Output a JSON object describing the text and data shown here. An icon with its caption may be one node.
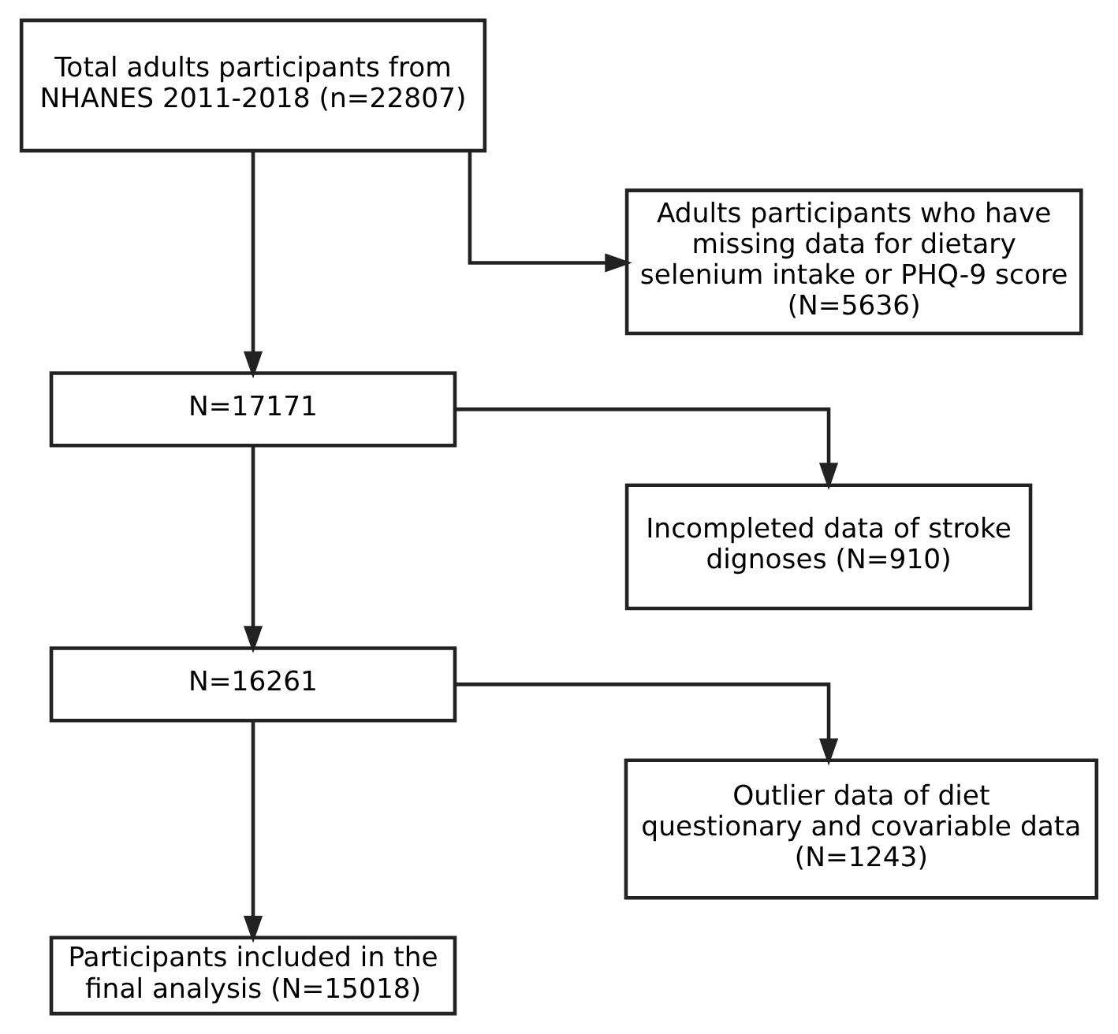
{
  "diagram": {
    "nodes": [
      {
        "text": [
          "Total adults participants from NHANES 2011-2018 (n=22807)"
        ]
      },
      {
        "text": [
          "Adults participants who have missing data for dietary selenium intake or PHQ-9 score (N=5636)"
        ]
      },
      {
        "text": [
          "N=17171"
        ]
      },
      {
        "text": [
          "Incompleted data of stroke dignoses (N=910)"
        ]
      },
      {
        "text": [
          "N=16261"
        ]
      },
      {
        "text": [
          "Outlier data of diet questionary and covariable data (N=1243)"
        ]
      },
      {
        "text": [
          "Participants included in the final analysis (N=15018)"
        ]
      }
    ],
    "edges": [
      {
        "from": 0,
        "to": 2,
        "arrow": "to"
      },
      {
        "from": 0,
        "to": 1,
        "arrow": "to"
      },
      {
        "from": 2,
        "to": 4,
        "arrow": "to"
      },
      {
        "from": 2,
        "to": 3,
        "arrow": "to"
      },
      {
        "from": 4,
        "to": 6,
        "arrow": "to"
      },
      {
        "from": 4,
        "to": 5,
        "arrow": "to"
      }
    ]
  }
}
